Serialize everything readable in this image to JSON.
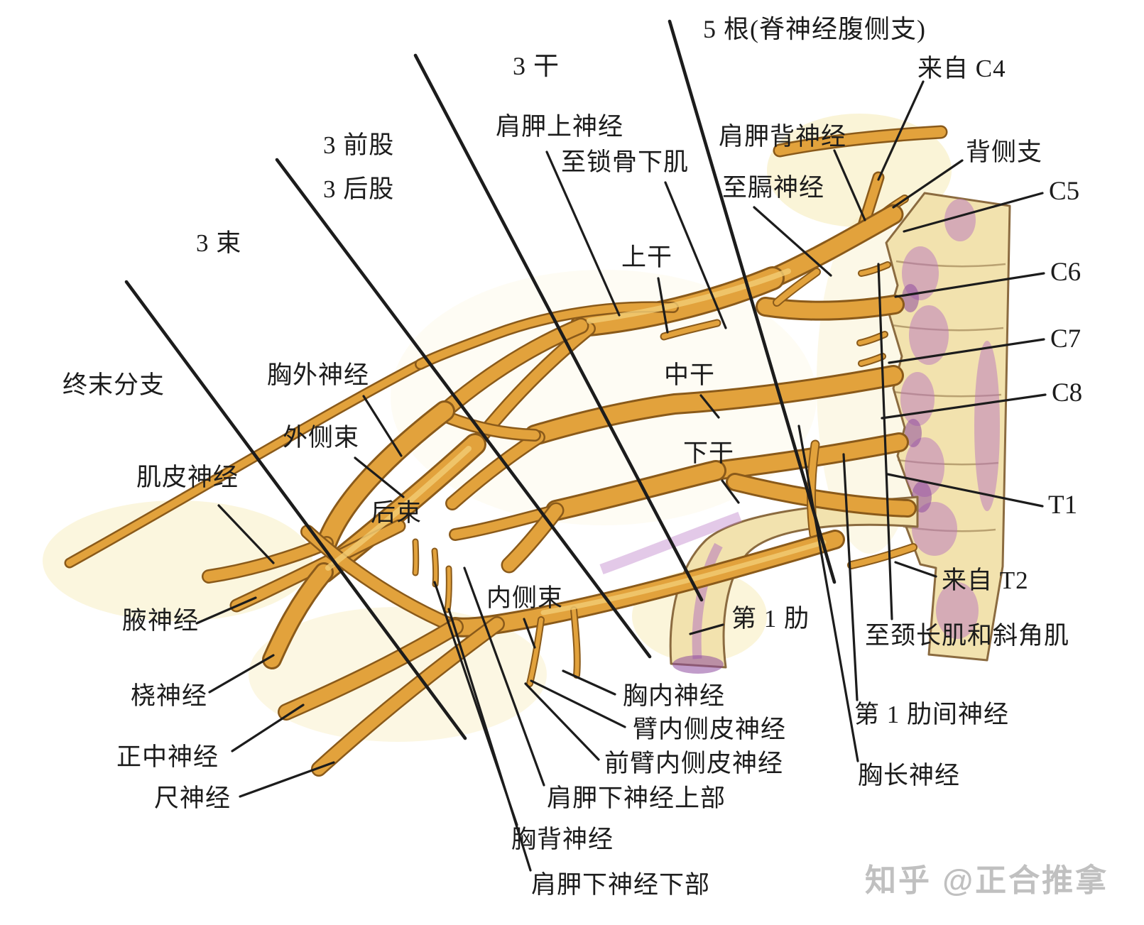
{
  "figure": {
    "description-labels": "brachial plexus anatomical diagram labels"
  },
  "labels": [
    {
      "id": "five-roots",
      "text": "5 根(脊神经腹侧支)"
    },
    {
      "id": "from-c4",
      "text": "来自 C4"
    },
    {
      "id": "dorsal-branch",
      "text": "背侧支"
    },
    {
      "id": "c5",
      "text": "C5"
    },
    {
      "id": "c6",
      "text": "C6"
    },
    {
      "id": "c7",
      "text": "C7"
    },
    {
      "id": "c8",
      "text": "C8"
    },
    {
      "id": "t1",
      "text": "T1"
    },
    {
      "id": "from-t2",
      "text": "来自 T2"
    },
    {
      "id": "to-longus-scalene",
      "text": "至颈长肌和斜角肌"
    },
    {
      "id": "first-intercostal-nerve",
      "text": "第 1 肋间神经"
    },
    {
      "id": "long-thoracic-nerve",
      "text": "胸长神经"
    },
    {
      "id": "dorsal-scapular-nerve",
      "text": "肩胛背神经"
    },
    {
      "id": "to-phrenic-nerve",
      "text": "至膈神经"
    },
    {
      "id": "three-trunks",
      "text": "3 干"
    },
    {
      "id": "suprascapular-nerve",
      "text": "肩胛上神经"
    },
    {
      "id": "to-subclavius",
      "text": "至锁骨下肌"
    },
    {
      "id": "upper-trunk",
      "text": "上干"
    },
    {
      "id": "middle-trunk",
      "text": "中干"
    },
    {
      "id": "lower-trunk",
      "text": "下干"
    },
    {
      "id": "three-anterior-divisions",
      "text": "3 前股"
    },
    {
      "id": "three-posterior-divisions",
      "text": "3 后股"
    },
    {
      "id": "three-cords",
      "text": "3 束"
    },
    {
      "id": "terminal-branches",
      "text": "终末分支"
    },
    {
      "id": "lateral-pectoral-nerve",
      "text": "胸外神经"
    },
    {
      "id": "lateral-cord",
      "text": "外侧束"
    },
    {
      "id": "musculocutaneous-nerve",
      "text": "肌皮神经"
    },
    {
      "id": "posterior-cord",
      "text": "后束"
    },
    {
      "id": "medial-cord",
      "text": "内侧束"
    },
    {
      "id": "axillary-nerve",
      "text": "腋神经"
    },
    {
      "id": "radial-nerve",
      "text": "桡神经"
    },
    {
      "id": "median-nerve",
      "text": "正中神经"
    },
    {
      "id": "ulnar-nerve",
      "text": "尺神经"
    },
    {
      "id": "first-rib",
      "text": "第 1 肋"
    },
    {
      "id": "medial-pectoral-nerve",
      "text": "胸内神经"
    },
    {
      "id": "medial-brachial-cutaneous",
      "text": "臂内侧皮神经"
    },
    {
      "id": "medial-antebrachial-cutaneous",
      "text": "前臂内侧皮神经"
    },
    {
      "id": "upper-subscapular-nerve",
      "text": "肩胛下神经上部"
    },
    {
      "id": "thoracodorsal-nerve",
      "text": "胸背神经"
    },
    {
      "id": "lower-subscapular-nerve",
      "text": "肩胛下神经下部"
    }
  ],
  "watermark": "知乎 @正合推拿",
  "colors": {
    "bg": "#ffffff",
    "ink": "#1c1c1c",
    "gold": "#e2a23c",
    "gold-dark": "#8a5a1a",
    "gold-light": "#f3cd74",
    "bone": "#f2e2ae",
    "bone-line": "#8b6b40",
    "purple": "#b873bd",
    "purple-deep": "#8e4a9e",
    "halo": "#f8eec2",
    "wm": "#c0c0c0"
  }
}
